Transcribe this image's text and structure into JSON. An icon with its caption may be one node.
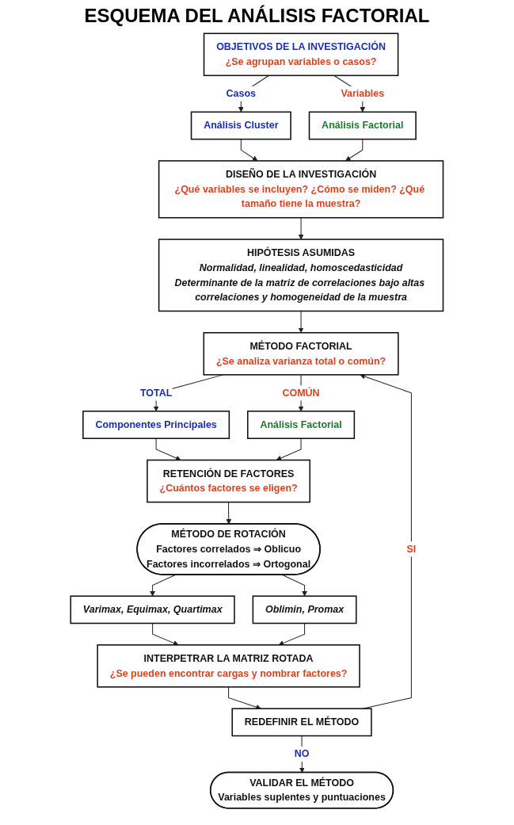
{
  "diagram": {
    "title": "ESQUEMA DEL ANÁLISIS FACTORIAL",
    "nodes": [
      {
        "text": [
          "OBJETIVOS DE LA INVESTIGACIÓN",
          "¿Se agrupan variables o casos?"
        ]
      },
      {
        "text": [
          "Análisis Cluster"
        ]
      },
      {
        "text": [
          "Análisis Factorial"
        ]
      },
      {
        "text": [
          "DISEÑO DE LA INVESTIGACIÓN",
          "¿Qué variables se incluyen? ¿Cómo se miden? ¿Qué tamaño tiene la muestra?"
        ]
      },
      {
        "text": [
          "HIPÓTESIS ASUMIDAS",
          "Normalidad, linealidad, homoscedasticidad",
          "Determinante de la matriz de correlaciones bajo altas correlaciones y homogeneidad de la muestra"
        ]
      },
      {
        "text": [
          "MÉTODO FACTORIAL",
          "¿Se analiza varianza total o común?"
        ]
      },
      {
        "text": [
          "Componentes Principales"
        ]
      },
      {
        "text": [
          "Análisis Factorial"
        ]
      },
      {
        "text": [
          "RETENCIÓN DE FACTORES",
          "¿Cuántos factores se eligen?"
        ]
      },
      {
        "text": [
          "MÉTODO DE ROTACIÓN",
          "Factores correlados ⇒ Oblicuo",
          "Factores incorrelados ⇒ Ortogonal"
        ]
      },
      {
        "text": [
          "Varimax, Equimax,  Quartimax"
        ]
      },
      {
        "text": [
          "Oblimin, Promax"
        ]
      },
      {
        "text": [
          "INTERPETRAR LA MATRIZ ROTADA",
          "¿Se pueden encontrar cargas y nombrar factores?"
        ]
      },
      {
        "text": [
          "REDEFINIR EL MÉTODO"
        ]
      },
      {
        "text": [
          "VALIDAR EL MÉTODO",
          "Variables suplentes y puntuaciones"
        ]
      }
    ],
    "edges": [
      {
        "from": 0,
        "to": 1,
        "arrow": "to",
        "label": "Casos"
      },
      {
        "from": 0,
        "to": 2,
        "arrow": "to",
        "label": "Variables"
      },
      {
        "from": 1,
        "to": 3,
        "arrow": "to"
      },
      {
        "from": 2,
        "to": 3,
        "arrow": "to"
      },
      {
        "from": 3,
        "to": 4,
        "arrow": "to"
      },
      {
        "from": 4,
        "to": 5,
        "arrow": "to"
      },
      {
        "from": 5,
        "to": 6,
        "arrow": "to",
        "label": "TOTAL"
      },
      {
        "from": 5,
        "to": 7,
        "arrow": "to",
        "label": "COMÚN"
      },
      {
        "from": 6,
        "to": 8,
        "arrow": "to"
      },
      {
        "from": 7,
        "to": 8,
        "arrow": "to"
      },
      {
        "from": 8,
        "to": 9,
        "arrow": "to"
      },
      {
        "from": 9,
        "to": 10,
        "arrow": "to"
      },
      {
        "from": 9,
        "to": 11,
        "arrow": "to"
      },
      {
        "from": 10,
        "to": 12,
        "arrow": "to"
      },
      {
        "from": 11,
        "to": 12,
        "arrow": "to"
      },
      {
        "from": 12,
        "to": 13,
        "arrow": "to"
      },
      {
        "from": 13,
        "to": 14,
        "arrow": "to",
        "label": "NO"
      },
      {
        "from": 13,
        "to": 5,
        "arrow": "to",
        "label": "SI"
      }
    ]
  }
}
